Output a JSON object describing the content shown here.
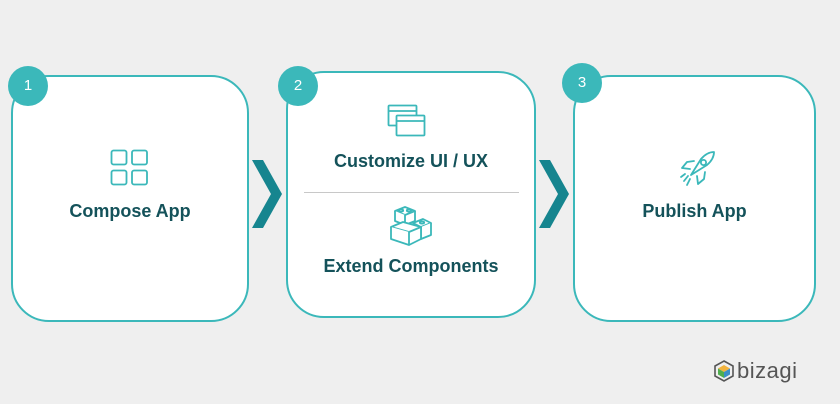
{
  "colors": {
    "accent": "#3bb8ba",
    "arrow": "#16858f",
    "label": "#14525a",
    "background": "#efefef"
  },
  "steps": [
    {
      "number": "1",
      "labels": [
        "Compose App"
      ],
      "icons": [
        "grid-icon"
      ]
    },
    {
      "number": "2",
      "labels": [
        "Customize UI / UX",
        "Extend Components"
      ],
      "icons": [
        "windows-icon",
        "building-blocks-icon"
      ]
    },
    {
      "number": "3",
      "labels": [
        "Publish App"
      ],
      "icons": [
        "rocket-icon"
      ]
    }
  ],
  "logo": {
    "text": "bizagi",
    "icon": "bizagi-hexagon-icon"
  }
}
